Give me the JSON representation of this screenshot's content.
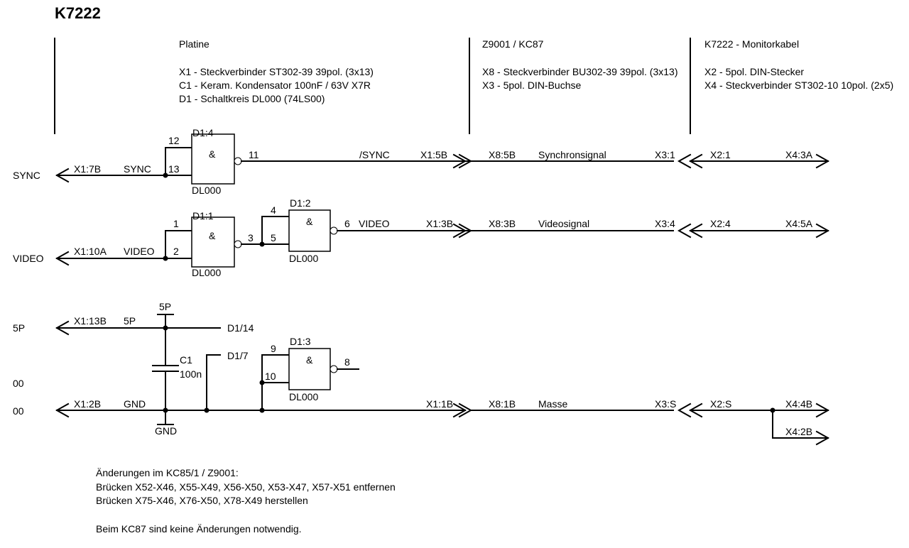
{
  "title": "K7222",
  "columns": {
    "platine": {
      "heading": "Platine",
      "lines": [
        "X1 - Steckverbinder ST302-39 39pol. (3x13)",
        "C1 - Keram. Kondensator 100nF / 63V  X7R",
        "D1 - Schaltkreis DL000 (74LS00)"
      ]
    },
    "kc87": {
      "heading": "Z9001 / KC87",
      "lines": [
        "X8 - Steckverbinder BU302-39 39pol. (3x13)",
        "X3 - 5pol. DIN-Buchse"
      ]
    },
    "monitorkabel": {
      "heading": "K7222 - Monitorkabel",
      "lines": [
        "X2 - 5pol. DIN-Stecker",
        "X4 - Steckverbinder ST302-10  10pol. (2x5)"
      ]
    }
  },
  "left_signals": {
    "sync": "SYNC",
    "video": "VIDEO",
    "p5": "5P",
    "zero1": "00",
    "zero2": "00"
  },
  "sync_row": {
    "pin_left": "X1:7B",
    "name": "SYNC",
    "pin_a": "12",
    "pin_b": "13",
    "gate": "D1:4",
    "gate_sym": "&",
    "gate_type": "DL000",
    "pin_out": "11",
    "out_signal": "/SYNC",
    "x1": "X1:5B",
    "x8": "X8:5B",
    "desc": "Synchronsignal",
    "x3": "X3:1",
    "x2": "X2:1",
    "x4": "X4:3A"
  },
  "video_row": {
    "pin_left": "X1:10A",
    "name": "VIDEO",
    "g1_pin_a": "1",
    "g1_pin_b": "2",
    "g1": "D1:1",
    "g1_sym": "&",
    "g1_type": "DL000",
    "g1_out": "3",
    "g2_pin_a": "4",
    "g2_pin_b": "5",
    "g2": "D1:2",
    "g2_sym": "&",
    "g2_type": "DL000",
    "g2_out": "6",
    "out_signal": "VIDEO",
    "x1": "X1:3B",
    "x8": "X8:3B",
    "desc": "Videosignal",
    "x3": "X3:4",
    "x2": "X2:4",
    "x4": "X4:5A"
  },
  "power": {
    "pin_5p": "X1:13B",
    "name_5p": "5P",
    "supply": "5P",
    "vcc_pin": "D1/14",
    "gnd_pin": "D1/7",
    "cap": "C1",
    "cap_value": "100n",
    "g3_pin_a": "9",
    "g3_pin_b": "10",
    "g3": "D1:3",
    "g3_sym": "&",
    "g3_type": "DL000",
    "g3_out": "8",
    "pin_gnd": "X1:2B",
    "name_gnd": "GND",
    "gnd_symbol": "GND",
    "x1": "X1:1B",
    "x8": "X8:1B",
    "desc": "Masse",
    "x3": "X3:S",
    "x2": "X2:S",
    "x4a": "X4:4B",
    "x4b": "X4:2B"
  },
  "notes": {
    "line1": "Änderungen im KC85/1 / Z9001:",
    "line2": "Brücken X52-X46, X55-X49, X56-X50, X53-X47, X57-X51 entfernen",
    "line3": "Brücken X75-X46, X76-X50, X78-X49 herstellen",
    "line4": "Beim KC87 sind keine Änderungen notwendig."
  }
}
